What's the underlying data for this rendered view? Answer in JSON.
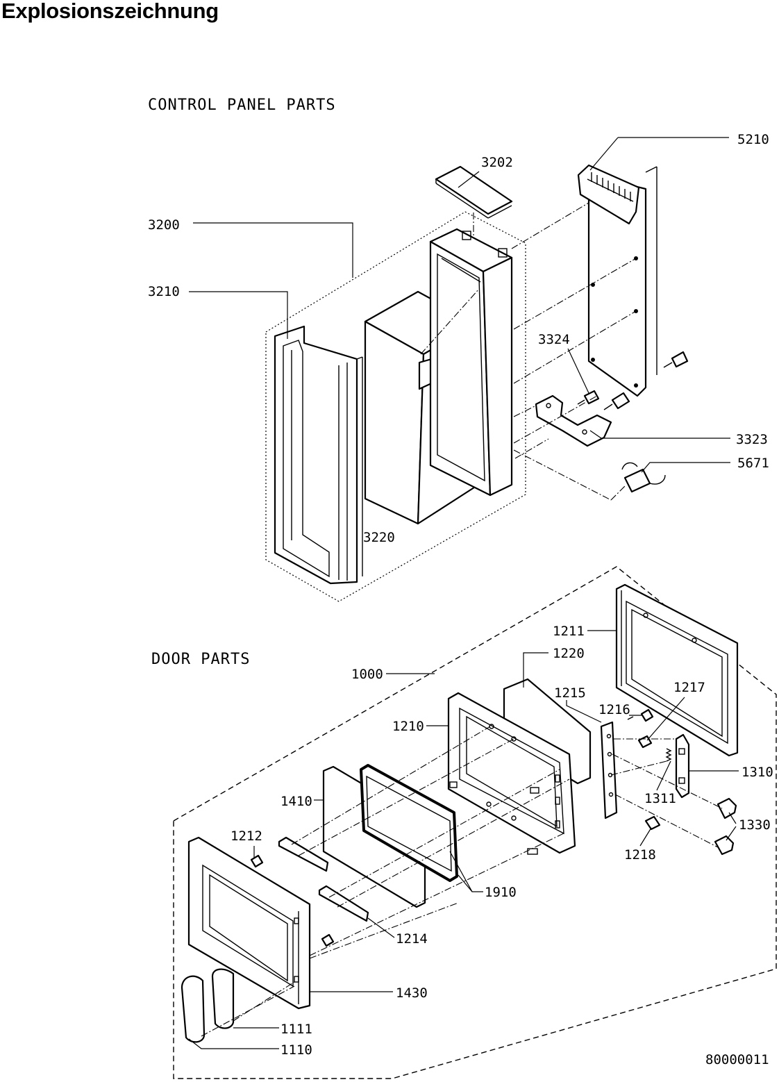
{
  "header": {
    "title": "Explosionszeichnung"
  },
  "sections": {
    "control_panel": "CONTROL PANEL PARTS",
    "door": "DOOR PARTS"
  },
  "drawing_number": "80000011",
  "part_numbers": {
    "p5210": "5210",
    "p3202": "3202",
    "p3200": "3200",
    "p3210": "3210",
    "p3324": "3324",
    "p3323": "3323",
    "p5671": "5671",
    "p3220": "3220",
    "p1211": "1211",
    "p1220": "1220",
    "p1000": "1000",
    "p1215": "1215",
    "p1217": "1217",
    "p1216": "1216",
    "p1210": "1210",
    "p1310": "1310",
    "p1410": "1410",
    "p1311": "1311",
    "p1330": "1330",
    "p1212": "1212",
    "p1218": "1218",
    "p1910": "1910",
    "p1214": "1214",
    "p1430": "1430",
    "p1111": "1111",
    "p1110": "1110"
  }
}
